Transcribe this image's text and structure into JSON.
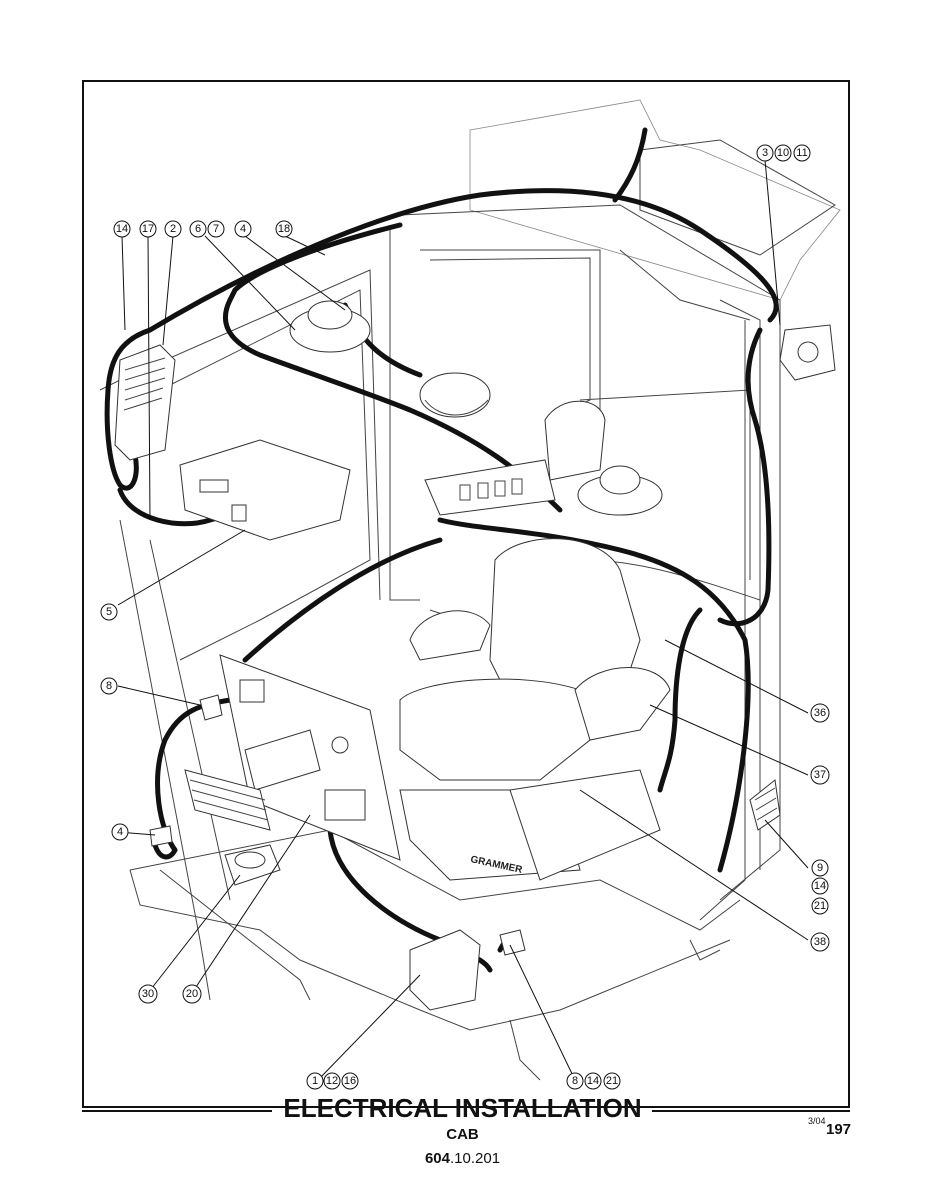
{
  "title": "ELECTRICAL INSTALLATION",
  "subtitle": "CAB",
  "part_number_bold": "604",
  "part_number_rest": ".10.201",
  "date_code": "3/04",
  "page_number": "197",
  "callouts": {
    "c14a": "14",
    "c17": "17",
    "c2": "2",
    "c6": "6",
    "c7": "7",
    "c4a": "4",
    "c18": "18",
    "c3": "3",
    "c10": "10",
    "c11": "11",
    "c5": "5",
    "c8a": "8",
    "c4b": "4",
    "c36": "36",
    "c37": "37",
    "c9": "9",
    "c14b": "14",
    "c21a": "21",
    "c38": "38",
    "c30": "30",
    "c20": "20",
    "c1": "1",
    "c12": "12",
    "c16": "16",
    "c8b": "8",
    "c14c": "14",
    "c21b": "21"
  },
  "seat_brand": "GRAMMER"
}
